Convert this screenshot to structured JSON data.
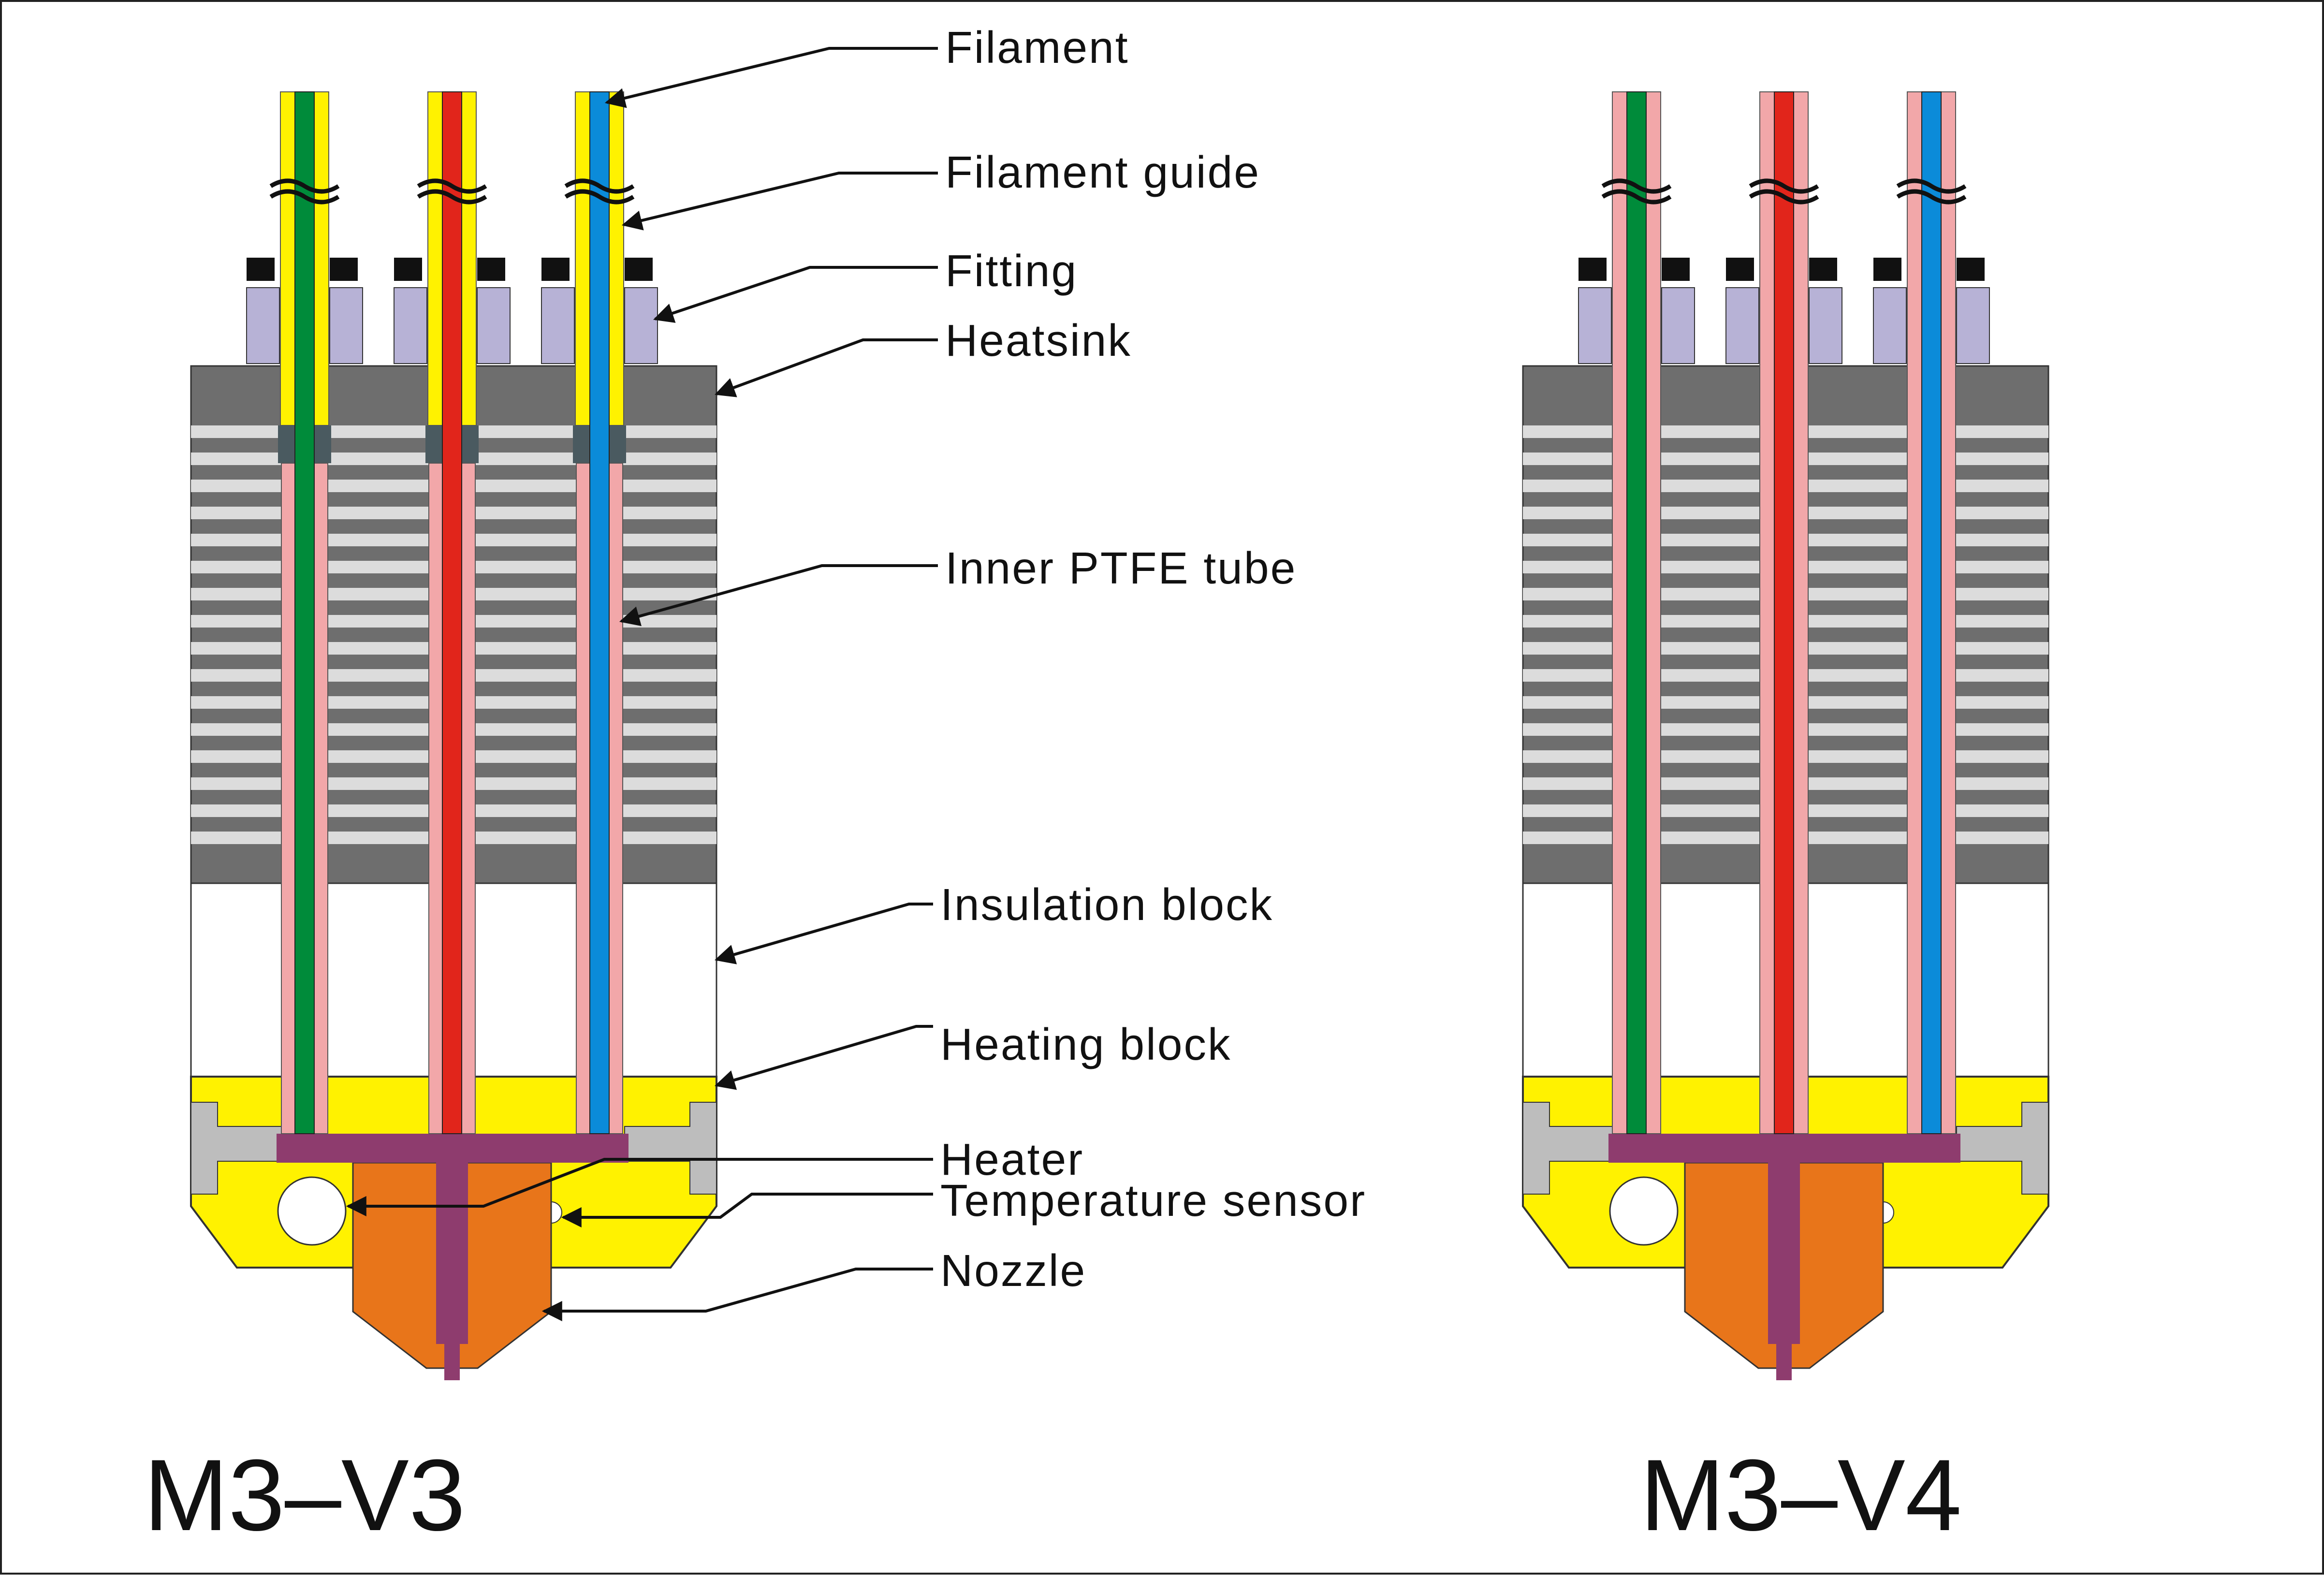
{
  "labels": [
    {
      "key": "filament",
      "text": "Filament"
    },
    {
      "key": "filament_guide",
      "text": "Filament guide"
    },
    {
      "key": "fitting",
      "text": "Fitting"
    },
    {
      "key": "heatsink",
      "text": "Heatsink"
    },
    {
      "key": "inner_ptfe_tube",
      "text": "Inner  PTFE  tube"
    },
    {
      "key": "insulation_block",
      "text": "Insulation block"
    },
    {
      "key": "heating_block",
      "text": "Heating block"
    },
    {
      "key": "heater",
      "text": "Heater"
    },
    {
      "key": "temperature_sensor",
      "text": "Temperature sensor"
    },
    {
      "key": "nozzle",
      "text": "Nozzle"
    }
  ],
  "models": [
    {
      "key": "v3",
      "title": "M3–V3",
      "filament_guide_color": "#FFF200"
    },
    {
      "key": "v4",
      "title": "M3–V4",
      "filament_guide_color": "#F2A7A9"
    }
  ],
  "filament_colors": [
    "#008B3A",
    "#E1251B",
    "#0B8BD9"
  ],
  "part_colors": {
    "heatsink": "#6E6E6E",
    "fin": "#DCDCDC",
    "fitting": "#B7B2D6",
    "fitting_cap": "#111111",
    "inner_ptfe": "#F2A7A9",
    "insulation": "#FFFFFF",
    "heating_block": "#FFF200",
    "heater_channel": "#8E3C6E",
    "nozzle": "#E8751A",
    "clamp": "#BDBDBD"
  }
}
